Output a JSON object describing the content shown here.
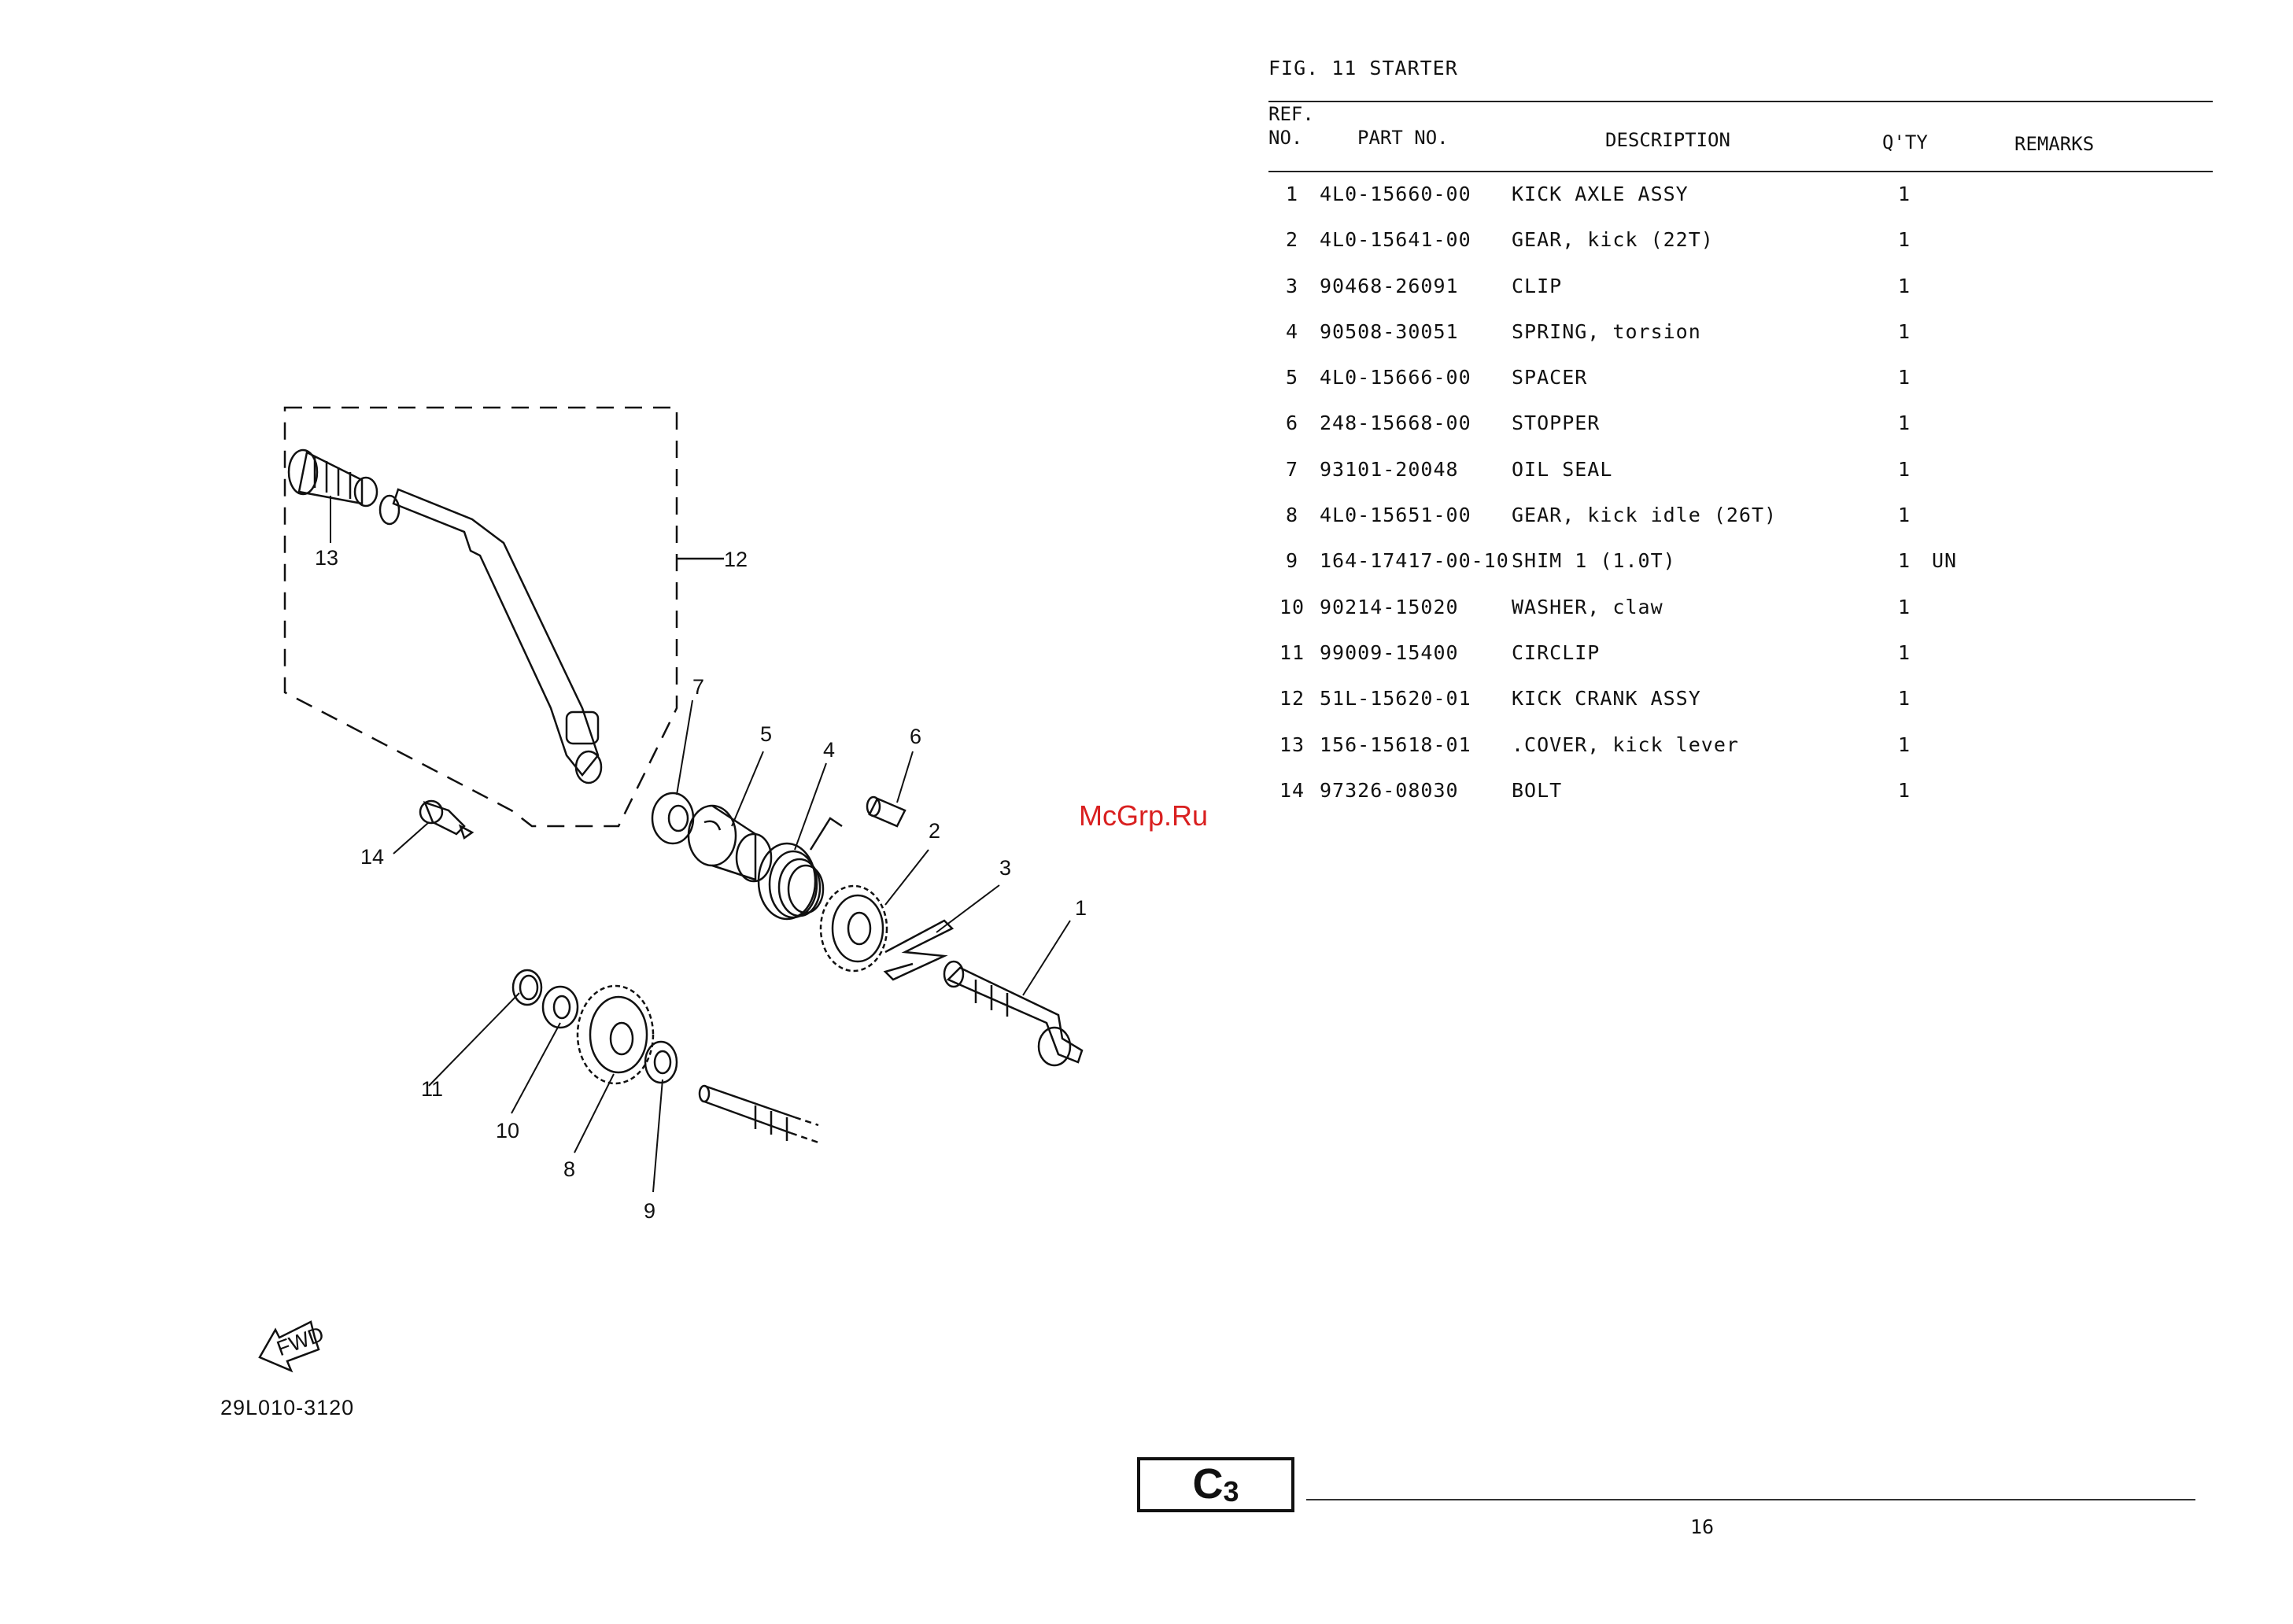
{
  "figure": {
    "title": "FIG. 11  STARTER",
    "drawing_code": "29L010-3120",
    "fwd_label": "FWD",
    "callouts": [
      "1",
      "2",
      "3",
      "4",
      "5",
      "6",
      "7",
      "8",
      "9",
      "10",
      "11",
      "12",
      "13",
      "14"
    ]
  },
  "table": {
    "headers": {
      "ref": "REF.\nNO.",
      "part_no": "PART NO.",
      "description": "DESCRIPTION",
      "qty": "Q'TY",
      "remarks": "REMARKS"
    },
    "rows": [
      {
        "ref": "1",
        "part_no": "4L0-15660-00",
        "description": "KICK AXLE ASSY",
        "qty": "1",
        "remarks": ""
      },
      {
        "ref": "2",
        "part_no": "4L0-15641-00",
        "description": "GEAR, kick (22T)",
        "qty": "1",
        "remarks": ""
      },
      {
        "ref": "3",
        "part_no": "90468-26091",
        "description": "CLIP",
        "qty": "1",
        "remarks": ""
      },
      {
        "ref": "4",
        "part_no": "90508-30051",
        "description": "SPRING, torsion",
        "qty": "1",
        "remarks": ""
      },
      {
        "ref": "5",
        "part_no": "4L0-15666-00",
        "description": "SPACER",
        "qty": "1",
        "remarks": ""
      },
      {
        "ref": "6",
        "part_no": "248-15668-00",
        "description": "STOPPER",
        "qty": "1",
        "remarks": ""
      },
      {
        "ref": "7",
        "part_no": "93101-20048",
        "description": "OIL SEAL",
        "qty": "1",
        "remarks": ""
      },
      {
        "ref": "8",
        "part_no": "4L0-15651-00",
        "description": "GEAR, kick idle (26T)",
        "qty": "1",
        "remarks": ""
      },
      {
        "ref": "9",
        "part_no": "164-17417-00-10",
        "description": "SHIM 1 (1.0T)",
        "qty": "1",
        "remarks": "UN"
      },
      {
        "ref": "10",
        "part_no": "90214-15020",
        "description": "WASHER, claw",
        "qty": "1",
        "remarks": ""
      },
      {
        "ref": "11",
        "part_no": "99009-15400",
        "description": "CIRCLIP",
        "qty": "1",
        "remarks": ""
      },
      {
        "ref": "12",
        "part_no": "51L-15620-01",
        "description": "KICK CRANK ASSY",
        "qty": "1",
        "remarks": ""
      },
      {
        "ref": "13",
        "part_no": "156-15618-01",
        "description": ".COVER, kick lever",
        "qty": "1",
        "remarks": ""
      },
      {
        "ref": "14",
        "part_no": "97326-08030",
        "description": "BOLT",
        "qty": "1",
        "remarks": ""
      }
    ]
  },
  "watermark": "McGrp.Ru",
  "section": {
    "letter": "C",
    "number": "3"
  },
  "page_number": "16"
}
